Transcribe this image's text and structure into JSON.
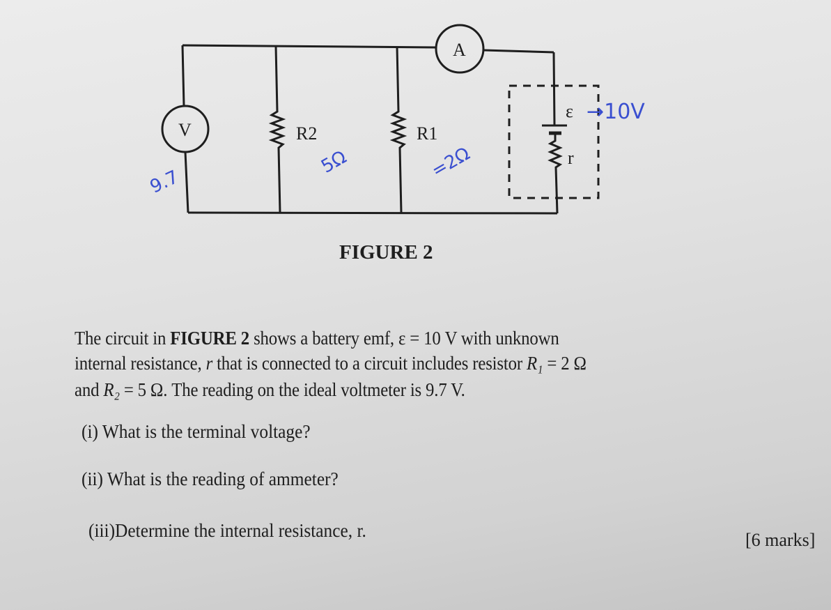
{
  "figure": {
    "caption": "FIGURE 2",
    "labels": {
      "voltmeter": "V",
      "ammeter": "A",
      "r2": "R2",
      "r1": "R1",
      "emf": "ε",
      "internal": "r"
    },
    "handwritten": {
      "voltmeter": "9.7",
      "r2": "5Ω",
      "r1": "=2Ω",
      "emf": "→10V"
    },
    "ink_color": "#3a4fd0"
  },
  "problem": {
    "line1": {
      "a": "The circuit in ",
      "b": "FIGURE 2",
      "c": " shows a battery emf, ε = 10 V with unknown"
    },
    "line2": {
      "a": "internal resistance, ",
      "r": "r",
      "b": " that is connected to a circuit includes resistor ",
      "R": "R₁",
      "c": " = 2 Ω"
    },
    "line3": {
      "a": "and ",
      "R": "R₂",
      "b": " = 5 Ω. The reading on the ideal voltmeter is 9.7 V."
    },
    "questions": [
      "(i)  What is the terminal voltage?",
      "(ii) What is the reading of ammeter?",
      "(iii)Determine the internal resistance, r."
    ],
    "marks": "[6 marks]"
  }
}
